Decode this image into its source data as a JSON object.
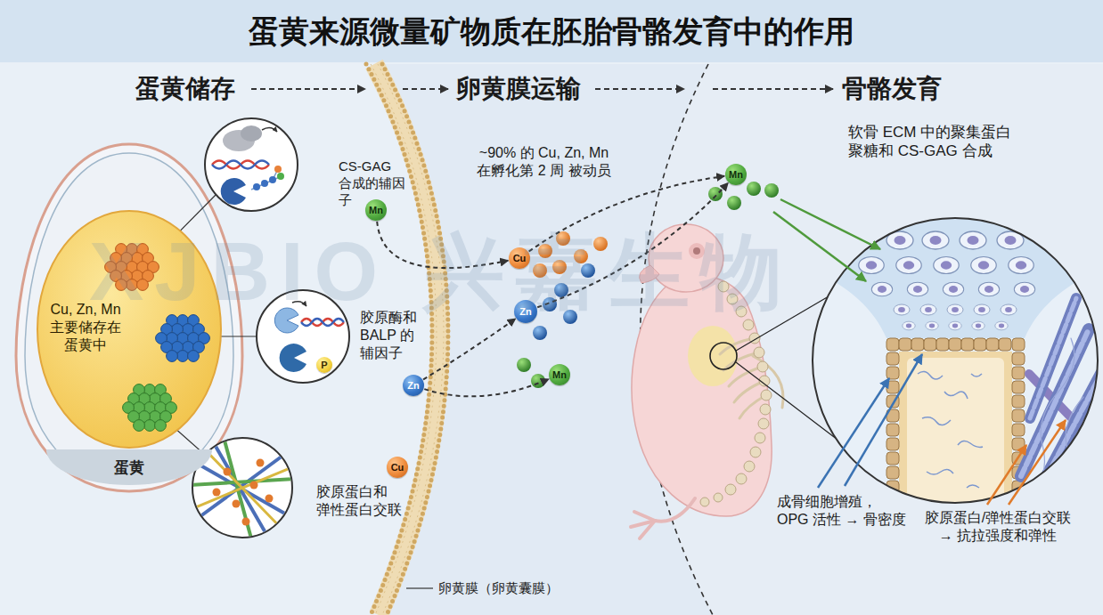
{
  "diagram": {
    "title": "蛋黄来源微量矿物质在胚胎骨骼发育中的作用",
    "nodes": [
      {
        "text": [
          "Cu, Zn, Mn 主要储存在蛋黄中"
        ]
      },
      {
        "text": [
          "蛋黄"
        ]
      },
      {
        "text": [
          "P"
        ]
      },
      {
        "text": [
          "Mn"
        ]
      },
      {
        "text": [
          "Zn"
        ]
      },
      {
        "text": [
          "Cu"
        ]
      },
      {
        "text": [
          "Cu"
        ]
      },
      {
        "text": [
          "Zn"
        ]
      },
      {
        "text": [
          "Mn"
        ]
      },
      {
        "text": [
          "Mn"
        ]
      }
    ],
    "edges": [
      {
        "from": 3,
        "to": 6,
        "arrow": "to"
      },
      {
        "from": 4,
        "to": 7,
        "arrow": "to"
      },
      {
        "from": 4,
        "to": 8,
        "arrow": "to"
      },
      {
        "from": 6,
        "to": 9,
        "arrow": "to"
      },
      {
        "from": 7,
        "to": 9,
        "arrow": "to"
      }
    ],
    "labels": [
      "蛋黄储存",
      "卵黄膜运输",
      "骨骼发育",
      "CS-GAG 合成的辅因子",
      "胶原酶和 BALP 的辅因子",
      "胶原蛋白和 弹性蛋白交联",
      "~90% 的 Cu, Zn, Mn 在孵化第 2 周 被动员",
      "卵黄膜（卵黄囊膜）",
      "软骨 ECM 中的聚集蛋白 聚糖和 CS-GAG 合成",
      "成骨细胞增殖， OPG 活性 → 骨密度",
      "胶原蛋白/弹性蛋白交联 → 抗拉强度和弹性",
      "XJBIO 兴嘉生物"
    ]
  }
}
